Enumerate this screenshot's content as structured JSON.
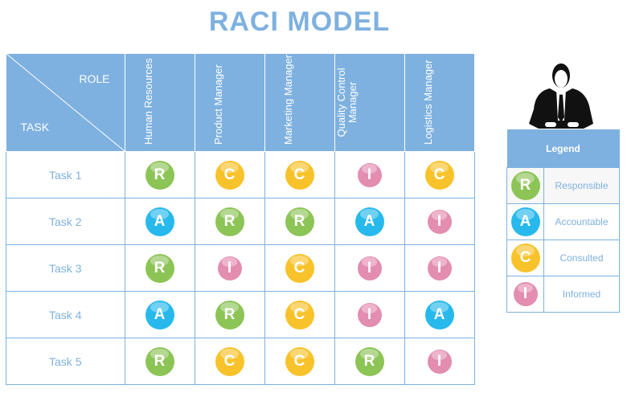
{
  "title": "RACI MODEL",
  "corner": {
    "role": "ROLE",
    "task": "TASK"
  },
  "roles": [
    "Human Resources",
    "Product Manager",
    "Marketing Manager",
    "Quality Control Manager",
    "Logistics Manager"
  ],
  "tasks": [
    {
      "name": "Task 1",
      "values": [
        "R",
        "C",
        "C",
        "I",
        "C"
      ]
    },
    {
      "name": "Task 2",
      "values": [
        "A",
        "R",
        "R",
        "A",
        "I"
      ]
    },
    {
      "name": "Task 3",
      "values": [
        "R",
        "I",
        "C",
        "I",
        "I"
      ]
    },
    {
      "name": "Task 4",
      "values": [
        "A",
        "R",
        "C",
        "I",
        "A"
      ]
    },
    {
      "name": "Task 5",
      "values": [
        "R",
        "C",
        "C",
        "R",
        "I"
      ]
    }
  ],
  "legend": {
    "title": "Legend",
    "items": [
      {
        "letter": "R",
        "label": "Responsible"
      },
      {
        "letter": "A",
        "label": "Accountable"
      },
      {
        "letter": "C",
        "label": "Consulted"
      },
      {
        "letter": "I",
        "label": "Informed"
      }
    ]
  },
  "colors": {
    "R": "#8cc456",
    "A": "#27b9ec",
    "C": "#f8c22a",
    "I": "#e38db0",
    "header": "#7eb1df"
  }
}
